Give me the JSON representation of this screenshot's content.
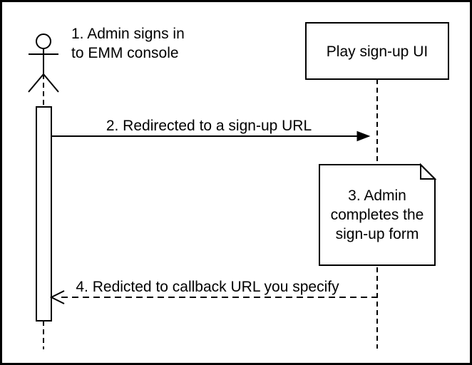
{
  "diagram": {
    "type": "uml-sequence-diagram",
    "colors": {
      "background": "#ffffff",
      "stroke": "#000000",
      "text": "#000000",
      "note_fold": "#f0f0f0"
    },
    "actor": {
      "label_line1": "1. Admin signs in",
      "label_line2": "to EMM console"
    },
    "participant": {
      "label": "Play sign-up UI"
    },
    "messages": {
      "msg2": {
        "label": "2. Redirected to a sign-up URL",
        "style": "solid",
        "direction": "left-to-right"
      },
      "msg4": {
        "label": "4. Redicted to callback URL you specify",
        "style": "dashed",
        "direction": "right-to-left"
      }
    },
    "note": {
      "line1": "3. Admin",
      "line2": "completes the",
      "line3": "sign-up form"
    }
  }
}
